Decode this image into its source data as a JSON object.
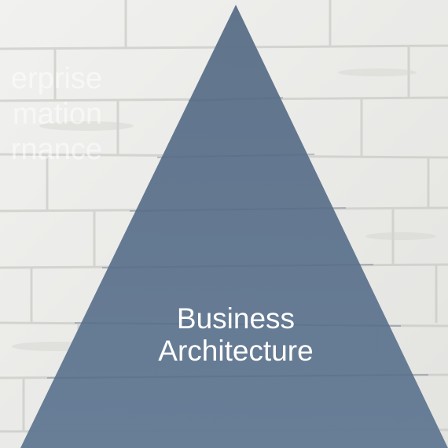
{
  "background": {
    "faded_text_lines": [
      "erprise",
      "mation",
      "rnance"
    ]
  },
  "pyramid": {
    "label_lines": [
      "Business",
      "Architecture"
    ],
    "fill_color": "#5f758f",
    "text_color": "#ffffff"
  }
}
